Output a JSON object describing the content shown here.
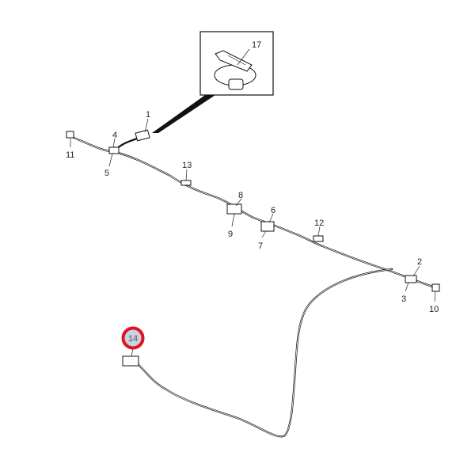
{
  "diagram": {
    "title": "Wiring harness parts diagram",
    "callouts": {
      "c1": "1",
      "c2": "2",
      "c3": "3",
      "c4": "4",
      "c5": "5",
      "c6": "6",
      "c7": "7",
      "c8": "8",
      "c9": "9",
      "c10": "10",
      "c11": "11",
      "c12": "12",
      "c13": "13",
      "c14": "14",
      "c17": "17"
    },
    "highlighted_callout": "14",
    "highlight_color": "#e0141e",
    "highlight_fill": "#c8d2e0"
  }
}
